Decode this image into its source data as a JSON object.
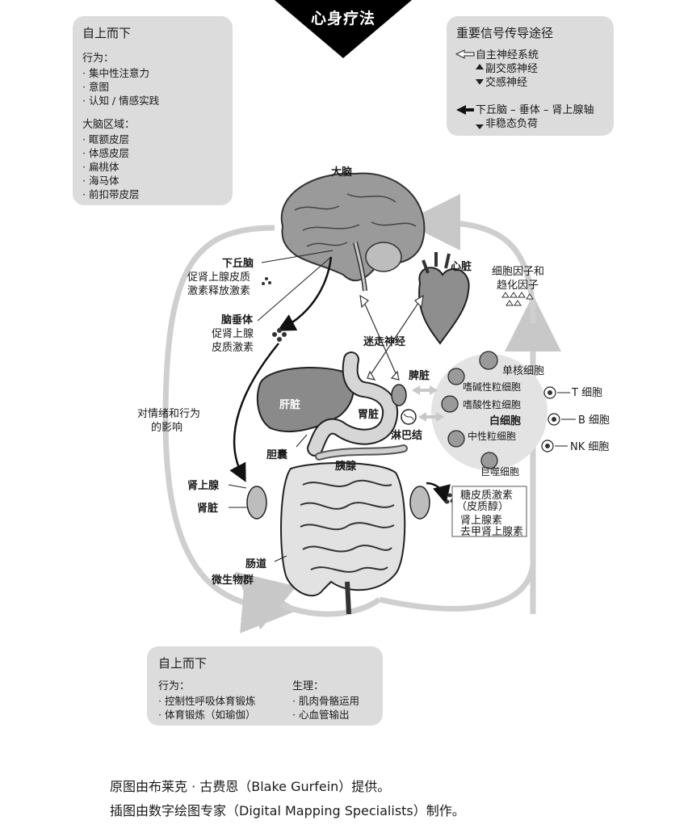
{
  "title": "心身疗法",
  "top_down_panel": {
    "heading": "自上而下",
    "behavior_label": "行为：",
    "behavior_items": [
      "集中性注意力",
      "意图",
      "认知 / 情感实践"
    ],
    "brain_label": "大脑区域：",
    "brain_items": [
      "眶额皮层",
      "体感皮层",
      "扁桃体",
      "海马体",
      "前扣带皮层"
    ]
  },
  "signal_panel": {
    "heading": "重要信号传导途径",
    "autonomic": "自主神经系统",
    "parasympathetic": "副交感神经",
    "sympathetic": "交感神经",
    "hpa": "下丘脑 – 垂体 – 肾上腺轴",
    "allostatic": "非稳态负荷"
  },
  "diagram": {
    "brain": "大脑",
    "hypothalamus": "下丘脑",
    "crh": [
      "促肾上腺皮质",
      "激素释放激素"
    ],
    "pituitary": "脑垂体",
    "acth": [
      "促肾上腺",
      "皮质激素"
    ],
    "heart": "心脏",
    "vagus": "迷走神经",
    "cytokines": [
      "细胞因子和",
      "趋化因子"
    ],
    "emotion": [
      "对情绪和行为",
      "的影响"
    ],
    "liver": "肝脏",
    "stomach": "胃脏",
    "spleen": "脾脏",
    "lymph": "淋巴结",
    "gallbladder": "胆囊",
    "pancreas": "胰腺",
    "adrenal": "肾上腺",
    "kidney": "肾脏",
    "gut": "肠道",
    "microbiota": "微生物群",
    "hormones": [
      "糖皮质激素",
      "（皮质醇）",
      "肾上腺素",
      "去甲肾上腺素"
    ]
  },
  "immune": {
    "monocyte": "单核细胞",
    "basophil": "嗜碱性粒细胞",
    "eosinophil": "嗜酸性粒细胞",
    "wbc": "白细胞",
    "neutrophil": "中性粒细胞",
    "macrophage": "巨噬细胞",
    "t_cell": "T 细胞",
    "b_cell": "B 细胞",
    "nk_cell": "NK 细胞"
  },
  "bottom_up_panel": {
    "heading": "自上而下",
    "behavior_label": "行为：",
    "behavior_items": [
      "控制性呼吸体育锻炼",
      "体育锻炼（如瑜伽）"
    ],
    "physio_label": "生理：",
    "physio_items": [
      "肌肉骨骼运用",
      "心血管输出"
    ]
  },
  "credits": [
    "原图由布莱克 · 古费恩（Blake Gurfein）提供。",
    "插图由数字绘图专家（Digital Mapping Specialists）制作。"
  ]
}
